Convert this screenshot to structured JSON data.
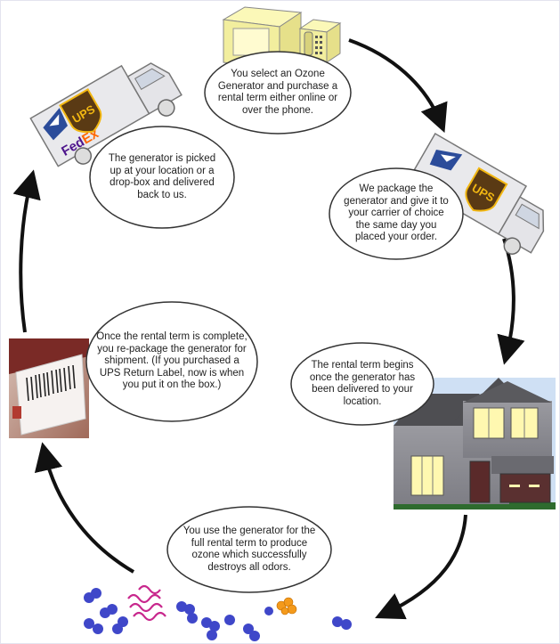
{
  "steps": [
    {
      "text": "You select an Ozone Generator and purchase a rental term either online or over the phone."
    },
    {
      "text": "We package the generator and give it to your carrier of choice the same day you placed your order."
    },
    {
      "text": "The rental term begins once the generator has been delivered to your location."
    },
    {
      "text": "You use the generator for the full rental term to produce ozone which successfully destroys all odors."
    },
    {
      "text": "Once the rental term is complete, you re-package the generator for shipment. (If you purchased a UPS Return Label, now is when you put it on the box.)"
    },
    {
      "text": "The generator is picked up at your location or a drop-box and delivered back to us."
    }
  ],
  "truck_logos": {
    "ups": "UPS",
    "fedex": "FedEx"
  },
  "colors": {
    "arrow": "#111111",
    "bubble_fill": "#ffffff",
    "bubble_stroke": "#333333",
    "truck_body": "#e9e9ec",
    "ups_brown": "#5a3a14",
    "ups_gold": "#f2b712",
    "fedex_purple": "#4d148c",
    "fedex_orange": "#ff6600",
    "usps_blue": "#2b4c9a",
    "house_wall": "#8a8a90",
    "house_roof": "#4e4e52",
    "window": "#fff8b0",
    "odor_molecule": "#3f47c9",
    "odor_pink": "#c8288d",
    "ozone": "#f49a1b"
  }
}
